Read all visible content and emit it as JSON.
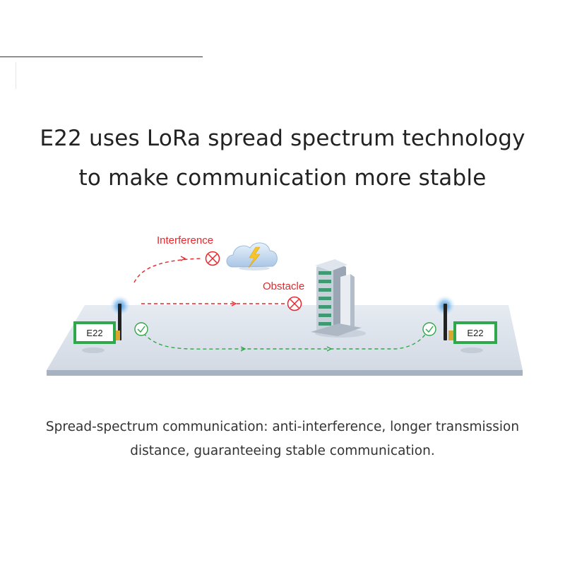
{
  "title": {
    "line1": "E22 uses LoRa spread spectrum technology",
    "line2": "to make communication more stable"
  },
  "diagram": {
    "interference_label": "Interference",
    "obstacle_label": "Obstacle",
    "module_left_label": "E22",
    "module_right_label": "E22",
    "colors": {
      "interference": "#e8262b",
      "success": "#33a64a",
      "module_green": "#2ea84a",
      "antenna_glow": "#2c86d6",
      "platform": "#dde3ec",
      "platform_edge": "#aab4c1"
    },
    "icons": [
      "cloud-lightning-icon",
      "building-icon",
      "blocked-x-icon",
      "check-circle-icon",
      "antenna-icon"
    ]
  },
  "caption": {
    "line1": "Spread-spectrum communication: anti-interference, longer transmission",
    "line2": "distance, guaranteeing stable communication."
  }
}
